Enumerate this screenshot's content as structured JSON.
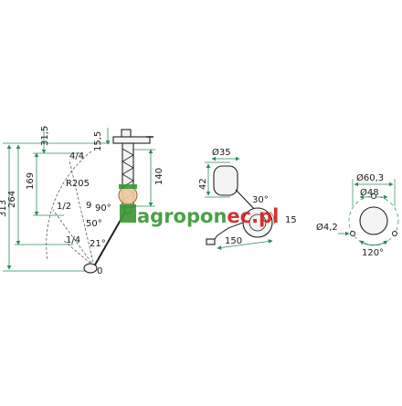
{
  "colors": {
    "dimension": "#2e8b57",
    "part": "#222222",
    "watermark_green": "#3a9a35",
    "watermark_red": "#d42020"
  },
  "watermark": {
    "text": "agroponec.pl"
  },
  "sender": {
    "dim_313": "313",
    "dim_264": "264",
    "dim_169": "169",
    "dim_31_5": "31,5",
    "dim_15_5": "15,5",
    "dim_140": "140",
    "radius": "R205",
    "pos_4_4": "4/4",
    "pos_1_2": "1/2",
    "pos_1_4": "1/4",
    "pos_0": "0",
    "angle_90": "90°",
    "angle_50": "50°",
    "angle_21": "21°",
    "mark_9": "9"
  },
  "float": {
    "dim_35": "Ø35",
    "dim_42": "42",
    "dim_150": "150",
    "dim_15": "15",
    "angle_30": "30°"
  },
  "flange": {
    "dim_60_3": "Ø60,3",
    "dim_48": "Ø48",
    "dim_4_2": "Ø4,2",
    "angle_120": "120°"
  }
}
